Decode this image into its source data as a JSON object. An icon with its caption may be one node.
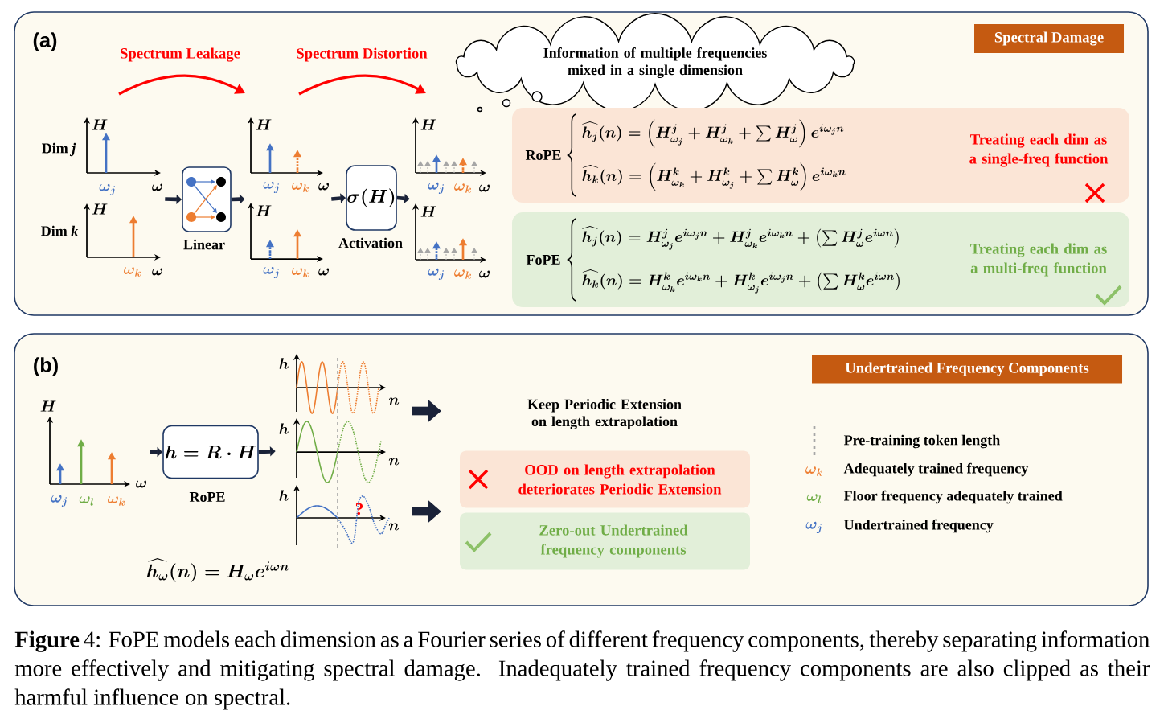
{
  "diagram": {
    "caption": "**Figure** 4: FoPE models each dimension as a Fourier series of different frequency components, thereby separating information more effectively and mitigating spectral damage. Inadequately trained frequency components are also clipped as their harmful influence on spectral.",
    "nodes": [
      {
        "text": [
          "(a)"
        ]
      },
      {
        "text": [
          "Spectral Damage"
        ],
        "in": 0
      },
      {
        "text": [
          "Information of multiple frequencies mixed in a single dimension"
        ],
        "in": 0
      },
      {
        "text": [
          "H",
          "\\omega_j",
          "\\omega"
        ],
        "beside": [
          "Dim *j*"
        ],
        "in": 0
      },
      {
        "text": [
          "H",
          "\\omega_k",
          "\\omega"
        ],
        "beside": [
          "Dim *k*"
        ],
        "in": 0
      },
      {
        "text": [],
        "shape": "box",
        "beside": [
          "Linear"
        ],
        "in": 0
      },
      {
        "text": [
          "H",
          "\\omega_j",
          "\\omega_k",
          "\\omega"
        ],
        "in": 0
      },
      {
        "text": [
          "H",
          "\\omega_j",
          "\\omega_k",
          "\\omega"
        ],
        "in": 0
      },
      {
        "text": [
          "\\sigma(H)"
        ],
        "beside": [
          "Activation"
        ],
        "in": 0
      },
      {
        "text": [
          "H",
          "\\omega_j",
          "\\omega_k",
          "\\omega"
        ],
        "in": 0
      },
      {
        "text": [
          "H",
          "\\omega_j",
          "\\omega_k",
          "\\omega"
        ],
        "in": 0
      },
      {
        "text": [
          "RoPE",
          "\\widehat{h_j}(n) = \\left(H^{j}_{\\omega_j} + H^{j}_{\\omega_k} + \\sum H^{j}_{\\omega}\\right) e^{i\\omega_j n}",
          "\\widehat{h_k}(n) = \\left(H^{k}_{\\omega_k} + H^{k}_{\\omega_j} + \\sum H^{k}_{\\omega}\\right) e^{i\\omega_k n}",
          "Treating each dim as a single-freq function"
        ],
        "in": 0
      },
      {
        "text": [
          "FoPE",
          "\\widehat{h_j}(n) = H^{j}_{\\omega_j} e^{i\\omega_j n} + H^{j}_{\\omega_k} e^{i\\omega_k n} + \\left(\\sum H^{j}_{\\omega} e^{i\\omega n}\\right)",
          "\\widehat{h_k}(n) = H^{k}_{\\omega_k} e^{i\\omega_k n} + H^{k}_{\\omega_j} e^{i\\omega_j n} + \\left(\\sum H^{k}_{\\omega} e^{i\\omega n}\\right)",
          "Treating each dim as a multi-freq function"
        ],
        "in": 0
      },
      {
        "text": [
          "(b)"
        ]
      },
      {
        "text": [
          "Undertrained Frequency Components"
        ],
        "in": 13
      },
      {
        "text": [
          "H",
          "\\omega_j",
          "\\omega_l",
          "\\omega_k",
          "\\omega"
        ],
        "in": 13
      },
      {
        "text": [
          "h = R \\cdot H"
        ],
        "beside": [
          "RoPE"
        ],
        "in": 13
      },
      {
        "text": [
          "h",
          "n"
        ],
        "in": 13
      },
      {
        "text": [
          "h",
          "n"
        ],
        "in": 13
      },
      {
        "text": [
          "h",
          "n",
          "?"
        ],
        "in": 13
      },
      {
        "text": [
          "OOD on length extrapolation deteriorates Periodic Extension"
        ],
        "in": 13
      },
      {
        "text": [
          "Zero-out Undertrained frequency components"
        ],
        "in": 13
      }
    ],
    "edges": [
      {
        "from": 3,
        "to": 5,
        "arrow": "to"
      },
      {
        "from": 4,
        "to": 5,
        "arrow": "to"
      },
      {
        "from": 5,
        "to": 6,
        "arrow": "to"
      },
      {
        "from": 5,
        "to": 7,
        "arrow": "to"
      },
      {
        "from": 6,
        "to": 8,
        "arrow": "to"
      },
      {
        "from": 7,
        "to": 8,
        "arrow": "to"
      },
      {
        "from": 8,
        "to": 9,
        "arrow": "to"
      },
      {
        "from": 8,
        "to": 10,
        "arrow": "to"
      },
      {
        "from": 15,
        "to": 16,
        "arrow": "to"
      },
      {
        "from": 16,
        "to": 18,
        "arrow": "to"
      },
      {
        "from": 17,
        "to": null,
        "arrow": "to",
        "style": "thick"
      },
      {
        "from": 19,
        "to": null,
        "arrow": "to",
        "style": "thick"
      }
    ],
    "labels": [
      "Spectrum Leakage",
      "Spectrum Distortion",
      "Keep Periodic Extension on length extrapolation",
      "\\widehat{h_{\\omega}}(n) = H_{\\omega} e^{i\\omega n}",
      "\\omega_k",
      "\\omega_l",
      "\\omega_j"
    ],
    "legend": [
      {
        "text": "Pre-training token length"
      },
      {
        "text": "Adequately trained frequency"
      },
      {
        "text": "Floor frequency adequately trained"
      },
      {
        "text": "Undertrained frequency"
      }
    ]
  }
}
